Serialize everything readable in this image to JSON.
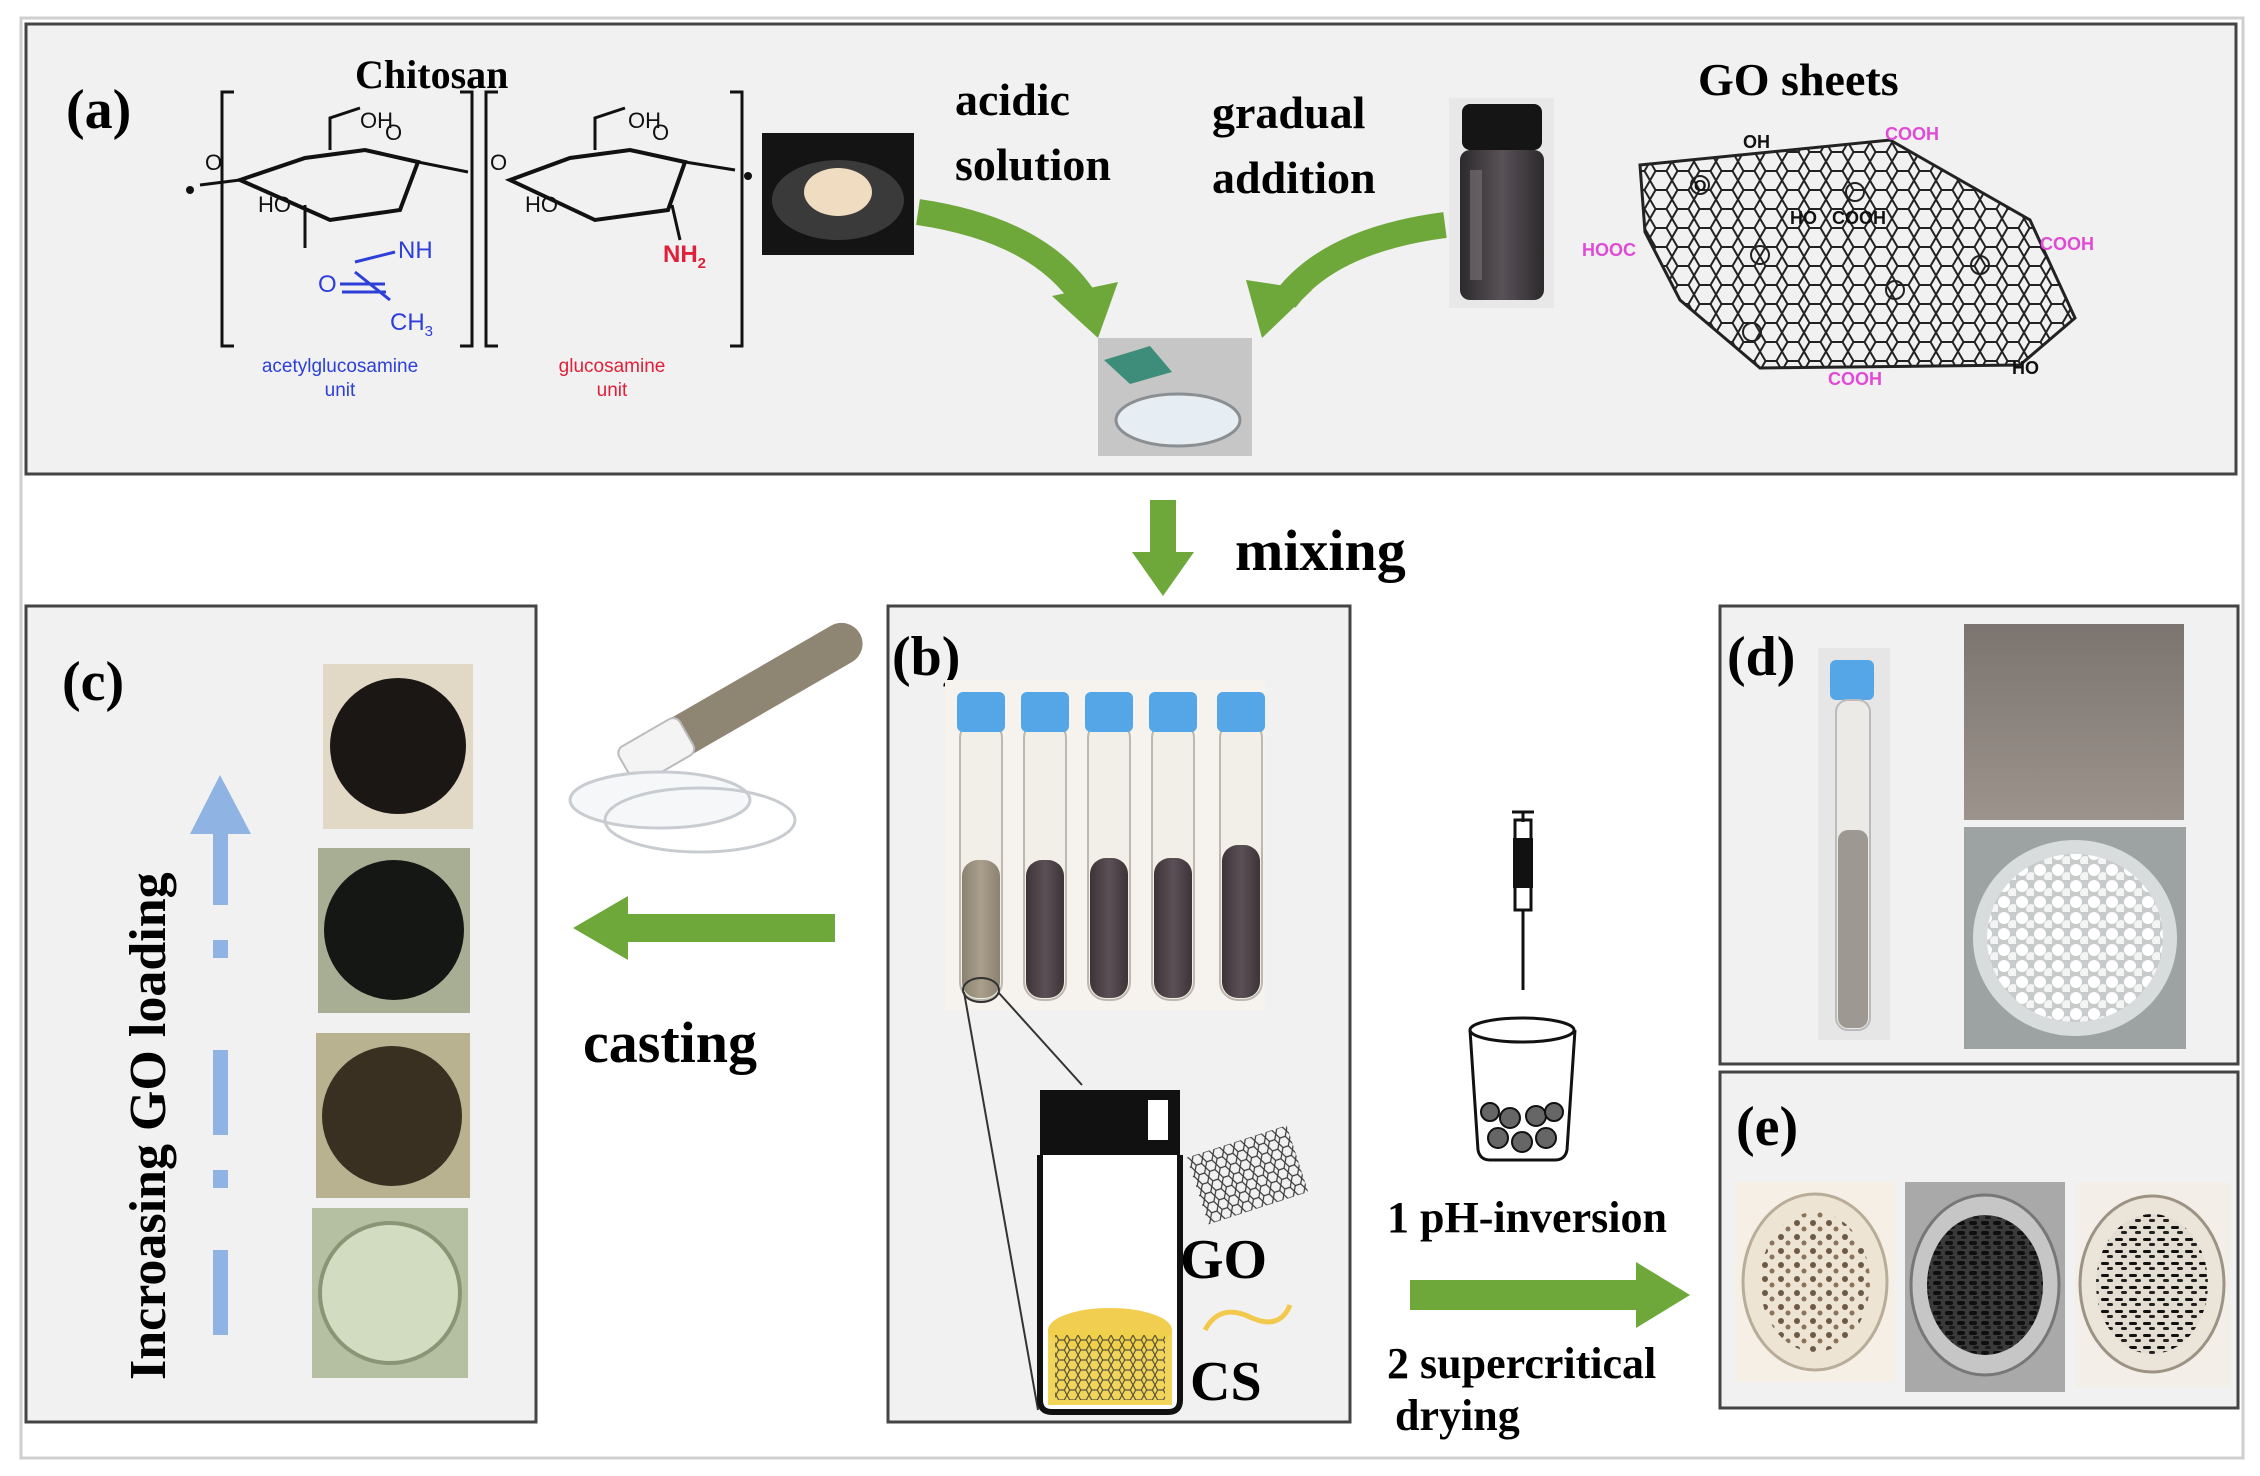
{
  "colors": {
    "arrow_green": "#6fa83a",
    "arrow_blue": "#8fb4e3",
    "acetyl_blue": "#2d3fd8",
    "amine_red": "#e0203a",
    "carboxyl_magenta": "#e04bd6",
    "panel_bg": "#f1f1f1",
    "panel_border": "#444444"
  },
  "panel_a": {
    "label": "(a)",
    "chitosan_title": "Chitosan",
    "oh_left": "OH",
    "ho_left": "HO",
    "nh_left": "NH",
    "o_carbonyl": "O",
    "ch3": "CH",
    "ch3_sub": "3",
    "oh_right": "OH",
    "ho_right": "HO",
    "nh2": "NH",
    "nh2_sub": "2",
    "unit1_line1": "acetylglucosamine",
    "unit1_line2": "unit",
    "unit2_line1": "glucosamine",
    "unit2_line2": "unit",
    "acidic_line1": "acidic",
    "acidic_line2": "solution",
    "gradual_line1": "gradual",
    "gradual_line2": "addition",
    "go_sheets": "GO sheets",
    "go_oh_top": "OH",
    "go_cooh_top": "COOH",
    "go_hooc_left": "HOOC",
    "go_ho_center": "HO",
    "go_cooh_center": "COOH",
    "go_cooh_right": "COOH",
    "go_cooh_bottom": "COOH",
    "go_ho_bottom": "HO",
    "go_epoxy": "O"
  },
  "mixing_label": "mixing",
  "panel_b": {
    "label": "(b)",
    "go_label": "GO",
    "cs_label": "CS"
  },
  "casting_label": "casting",
  "panel_c": {
    "label": "(c)",
    "vertical_text": "Incroasing GO loading"
  },
  "process": {
    "step1": "1 pH-inversion",
    "step2_line1": "2 supercritical",
    "step2_line2": "drying"
  },
  "panel_d": {
    "label": "(d)"
  },
  "panel_e": {
    "label": "(e)"
  }
}
